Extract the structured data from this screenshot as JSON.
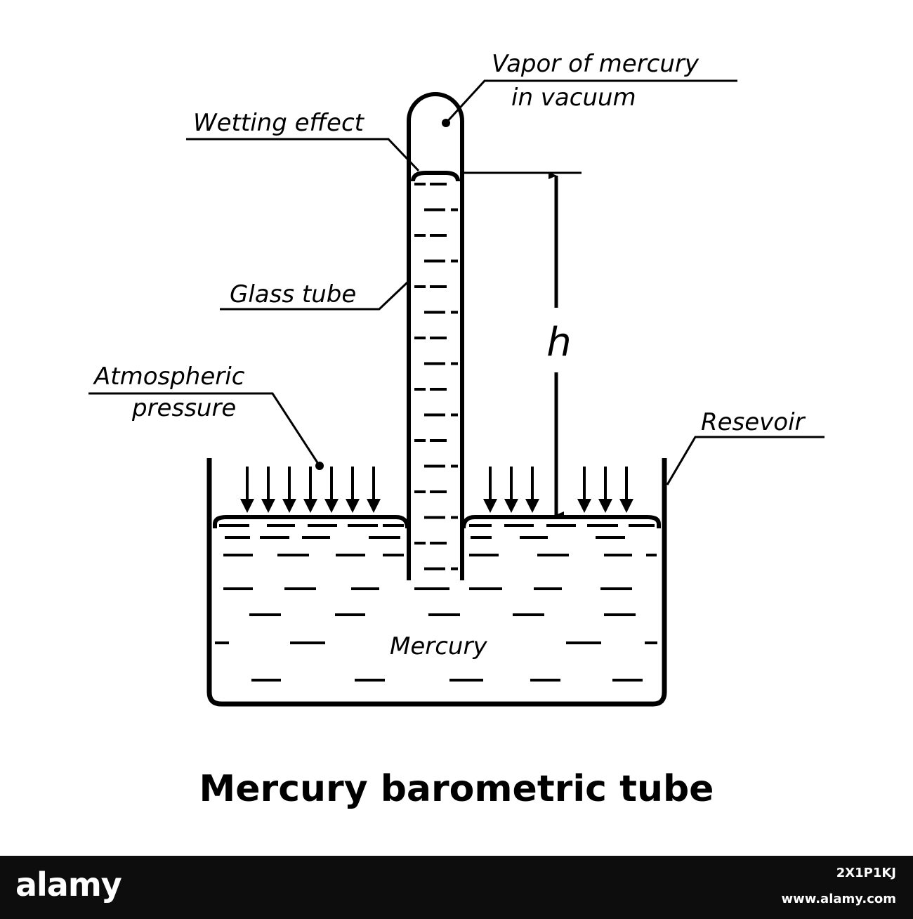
{
  "diagram": {
    "title": "Mercury barometric tube",
    "labels": {
      "vapor_line1": "Vapor of mercury",
      "vapor_line2": "in vacuum",
      "wetting": "Wetting effect",
      "glass_tube": "Glass tube",
      "atmospheric_line1": "Atmospheric",
      "atmospheric_line2": "pressure",
      "reservoir": "Resevoir",
      "mercury": "Mercury",
      "height": "h"
    }
  },
  "footer": {
    "logo": "alamy",
    "image_id": "2X1P1KJ",
    "site": "www.alamy.com"
  }
}
